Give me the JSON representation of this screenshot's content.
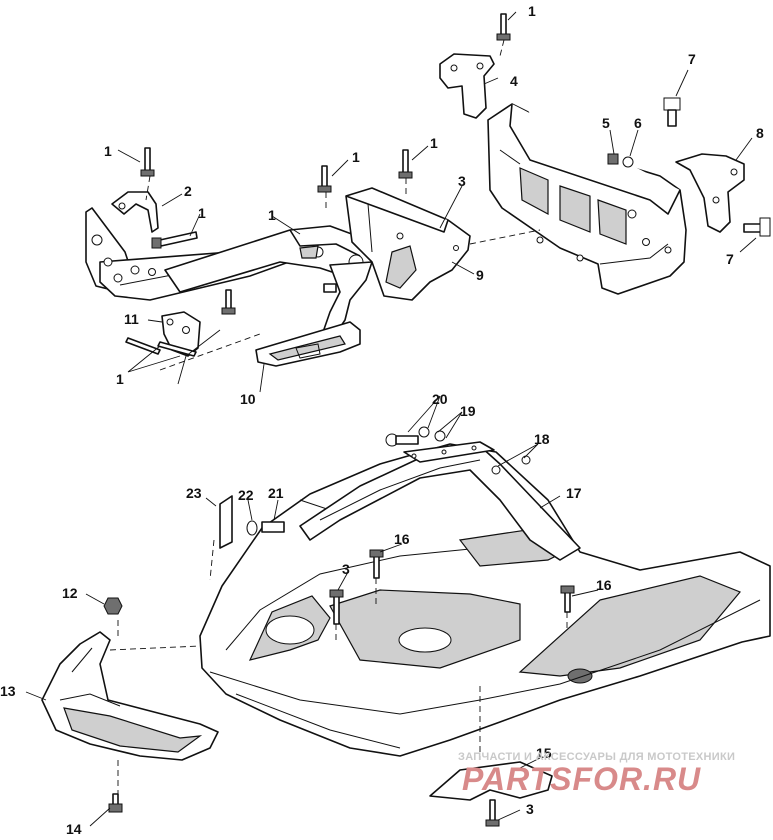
{
  "watermark": {
    "line1": "ЗАПЧАСТИ И АКСЕССУАРЫ ДЛЯ МОТОТЕХНИКИ",
    "line2": "PARTSFOR.RU"
  },
  "callouts": {
    "c1_top": "1",
    "c1_left": "1",
    "c1_mid": "1",
    "c1_center": "1",
    "c1_right": "1",
    "c1_link": "1",
    "c1_bottom": "1",
    "c2": "2",
    "c3_upper": "3",
    "c3_mid": "3",
    "c3_bottom": "3",
    "c4": "4",
    "c5": "5",
    "c6": "6",
    "c7_top": "7",
    "c7_bottom": "7",
    "c8": "8",
    "c9": "9",
    "c10": "10",
    "c11": "11",
    "c12": "12",
    "c13": "13",
    "c14": "14",
    "c15": "15",
    "c16_left": "16",
    "c16_right": "16",
    "c17": "17",
    "c18": "18",
    "c19": "19",
    "c20": "20",
    "c21": "21",
    "c22": "22",
    "c23": "23"
  }
}
